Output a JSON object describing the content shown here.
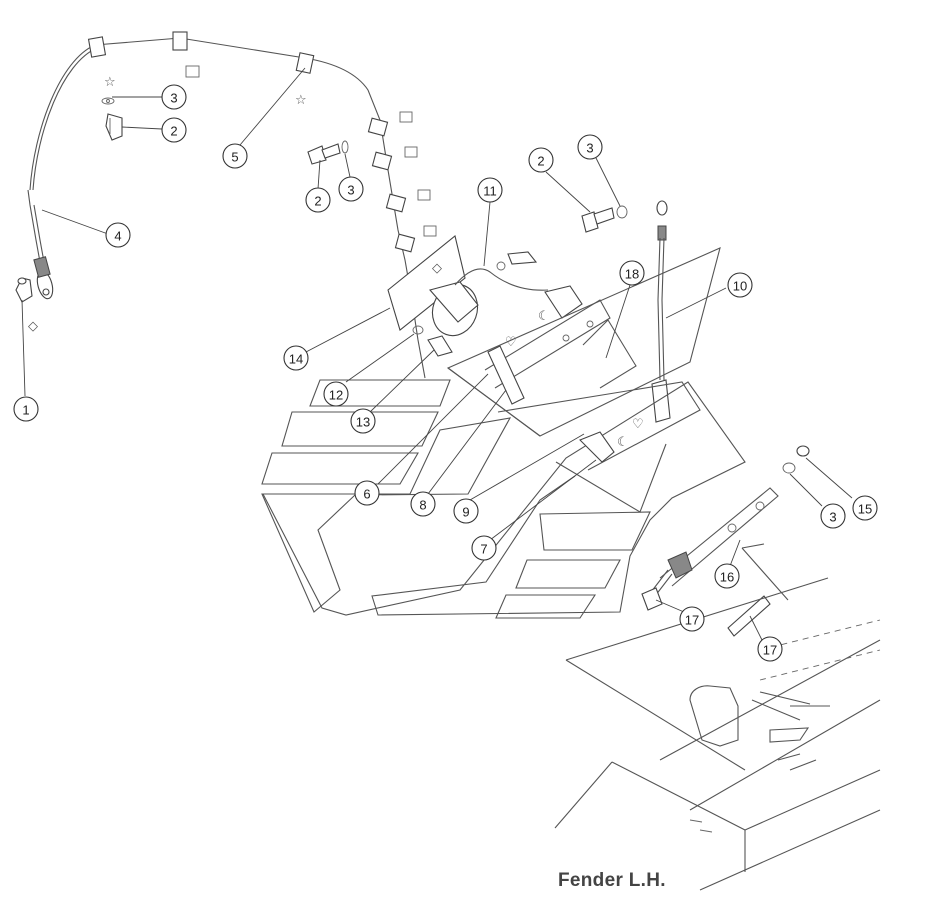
{
  "caption": "Fender L.H.",
  "callouts": [
    {
      "id": "c1",
      "label": "1"
    },
    {
      "id": "c2a",
      "label": "2"
    },
    {
      "id": "c3a",
      "label": "3"
    },
    {
      "id": "c4",
      "label": "4"
    },
    {
      "id": "c5",
      "label": "5"
    },
    {
      "id": "c2b",
      "label": "2"
    },
    {
      "id": "c3b",
      "label": "3"
    },
    {
      "id": "c2c",
      "label": "2"
    },
    {
      "id": "c3c",
      "label": "3"
    },
    {
      "id": "c11",
      "label": "11"
    },
    {
      "id": "c18",
      "label": "18"
    },
    {
      "id": "c10",
      "label": "10"
    },
    {
      "id": "c14",
      "label": "14"
    },
    {
      "id": "c12",
      "label": "12"
    },
    {
      "id": "c13",
      "label": "13"
    },
    {
      "id": "c6",
      "label": "6"
    },
    {
      "id": "c8",
      "label": "8"
    },
    {
      "id": "c9",
      "label": "9"
    },
    {
      "id": "c7",
      "label": "7"
    },
    {
      "id": "c3d",
      "label": "3"
    },
    {
      "id": "c15",
      "label": "15"
    },
    {
      "id": "c16",
      "label": "16"
    },
    {
      "id": "c17a",
      "label": "17"
    },
    {
      "id": "c17b",
      "label": "17"
    }
  ]
}
